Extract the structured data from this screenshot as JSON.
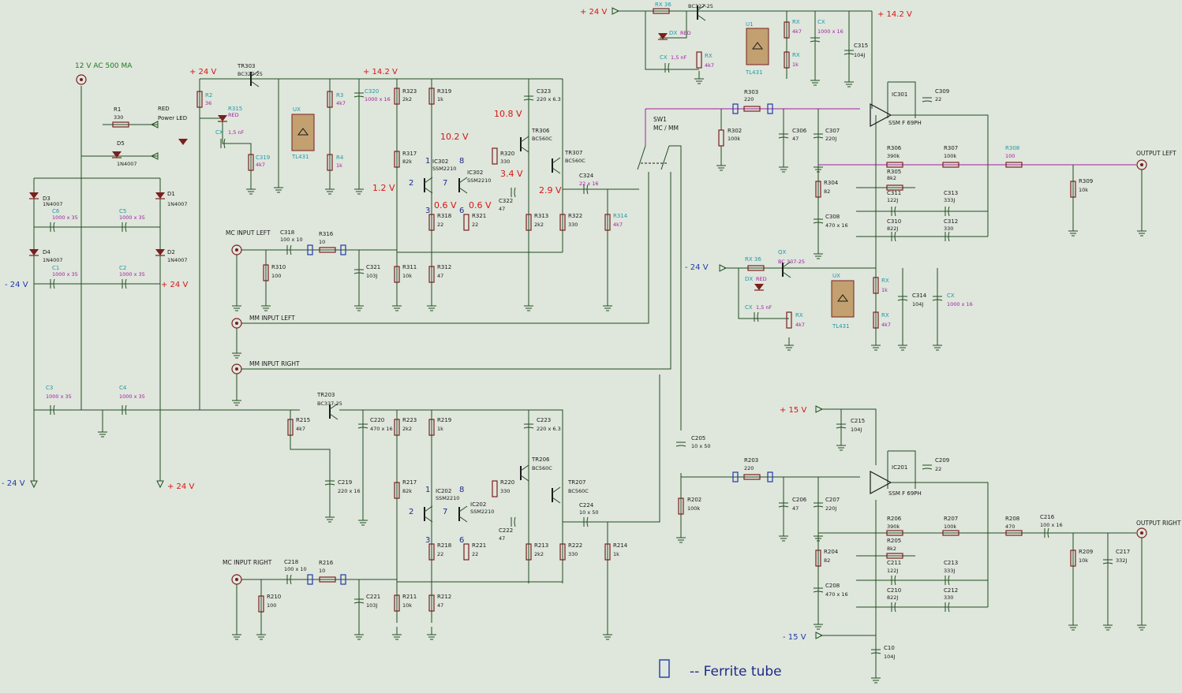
{
  "rails": {
    "p24_top": "+ 24 V",
    "p14_2_a": "+ 14.2 V",
    "p14_2_b": "+ 14.2 V",
    "p24_left": "+ 24 V",
    "n24_left": "- 24 V",
    "p24_mid": "+ 24 V",
    "n24_bottom": "- 24 V",
    "p24_bottom": "+ 24 V",
    "n24_reg": "- 24 V",
    "p15": "+ 15 V",
    "n15": "- 15 V"
  },
  "supply": {
    "label": "12 V AC 500 MA",
    "power_led": "RED\nPower LED"
  },
  "nodes": {
    "v108": "10.8 V",
    "v102": "10.2 V",
    "v34": "3.4 V",
    "v12": "1.2 V",
    "v06a": "0.6 V",
    "v06b": "0.6 V",
    "v29": "2.9 V"
  },
  "pins": [
    "1",
    "8",
    "2",
    "7",
    "3",
    "6",
    "1",
    "8",
    "2",
    "7",
    "3",
    "6"
  ],
  "io": {
    "mc_left": "MC INPUT LEFT",
    "mm_left": "MM INPUT LEFT",
    "mm_right": "MM INPUT RIGHT",
    "mc_right": "MC INPUT RIGHT",
    "out_left": "OUTPUT LEFT",
    "out_right": "OUTPUT RIGHT",
    "sw": "SW1",
    "sw_mode": "MC / MM"
  },
  "components": [
    {
      "ref": "R1",
      "val": "330"
    },
    {
      "ref": "D5",
      "val": "1N4007"
    },
    {
      "ref": "D3",
      "val": "1N4007"
    },
    {
      "ref": "D1",
      "val": "1N4007"
    },
    {
      "ref": "D4",
      "val": "1N4007"
    },
    {
      "ref": "D2",
      "val": "1N4007"
    },
    {
      "ref": "C6",
      "val": "1000 x 35"
    },
    {
      "ref": "C5",
      "val": "1000 x 35"
    },
    {
      "ref": "C1",
      "val": "1000 x 35"
    },
    {
      "ref": "C2",
      "val": "1000 x 35"
    },
    {
      "ref": "C3",
      "val": "1000 x 35"
    },
    {
      "ref": "C4",
      "val": "1000 x 35"
    },
    {
      "ref": "R2",
      "val": "36"
    },
    {
      "ref": "R315",
      "val": "RED"
    },
    {
      "ref": "CX",
      "val": "1,5 nF"
    },
    {
      "ref": "TR303",
      "val": "BC327-25"
    },
    {
      "ref": "C319",
      "val": "4k7"
    },
    {
      "ref": "UX",
      "val": "TL431"
    },
    {
      "ref": "R3",
      "val": "4k7"
    },
    {
      "ref": "R4",
      "val": "1k"
    },
    {
      "ref": "C320",
      "val": "1000 x 16"
    },
    {
      "ref": "R323",
      "val": "2k2"
    },
    {
      "ref": "R319",
      "val": "1k"
    },
    {
      "ref": "C323",
      "val": "220 x 6.3"
    },
    {
      "ref": "R317",
      "val": "82k"
    },
    {
      "ref": "IC302",
      "val": "SSM2210"
    },
    {
      "ref": "IC302",
      "val": "SSM2210"
    },
    {
      "ref": "R320",
      "val": "330"
    },
    {
      "ref": "TR306",
      "val": "BC560C"
    },
    {
      "ref": "TR307",
      "val": "BC560C"
    },
    {
      "ref": "C324",
      "val": "22 x 16"
    },
    {
      "ref": "C322",
      "val": "47"
    },
    {
      "ref": "R318",
      "val": "22"
    },
    {
      "ref": "R321",
      "val": "22"
    },
    {
      "ref": "R313",
      "val": "2k2"
    },
    {
      "ref": "R322",
      "val": "330"
    },
    {
      "ref": "R314",
      "val": "4k7"
    },
    {
      "ref": "C318",
      "val": "100 x 10"
    },
    {
      "ref": "R316",
      "val": "10"
    },
    {
      "ref": "R310",
      "val": "100"
    },
    {
      "ref": "C321",
      "val": "103J"
    },
    {
      "ref": "R311",
      "val": "10k"
    },
    {
      "ref": "R312",
      "val": "47"
    },
    {
      "ref": "TR203",
      "val": "BC337-25"
    },
    {
      "ref": "R215",
      "val": "4k7"
    },
    {
      "ref": "C219",
      "val": "220 x 16"
    },
    {
      "ref": "C220",
      "val": "470 x 16"
    },
    {
      "ref": "R223",
      "val": "2k2"
    },
    {
      "ref": "R219",
      "val": "1k"
    },
    {
      "ref": "C223",
      "val": "220 x 6.3"
    },
    {
      "ref": "R217",
      "val": "82k"
    },
    {
      "ref": "IC202",
      "val": "SSM2210"
    },
    {
      "ref": "IC202",
      "val": "SSM2210"
    },
    {
      "ref": "R220",
      "val": "330"
    },
    {
      "ref": "TR206",
      "val": "BC560C"
    },
    {
      "ref": "TR207",
      "val": "BC560C"
    },
    {
      "ref": "C224",
      "val": "10 x 50"
    },
    {
      "ref": "C222",
      "val": "47"
    },
    {
      "ref": "R218",
      "val": "22"
    },
    {
      "ref": "R221",
      "val": "22"
    },
    {
      "ref": "R213",
      "val": "2k2"
    },
    {
      "ref": "R222",
      "val": "330"
    },
    {
      "ref": "R214",
      "val": "1k"
    },
    {
      "ref": "C218",
      "val": "100 x 10"
    },
    {
      "ref": "R216",
      "val": "10"
    },
    {
      "ref": "R210",
      "val": "100"
    },
    {
      "ref": "C221",
      "val": "103J"
    },
    {
      "ref": "R211",
      "val": "10k"
    },
    {
      "ref": "R212",
      "val": "47"
    },
    {
      "ref": "RX",
      "val": "36"
    },
    {
      "ref": "BC327-25",
      "val": ""
    },
    {
      "ref": "DX",
      "val": "RED"
    },
    {
      "ref": "CX",
      "val": "1,5 nF"
    },
    {
      "ref": "RX",
      "val": "4k7"
    },
    {
      "ref": "U1",
      "val": "TL431"
    },
    {
      "ref": "RX",
      "val": "4k7"
    },
    {
      "ref": "RX",
      "val": "1k"
    },
    {
      "ref": "CX",
      "val": "1000 x 16"
    },
    {
      "ref": "C315",
      "val": "104J"
    },
    {
      "ref": "R303",
      "val": "220"
    },
    {
      "ref": "R302",
      "val": "100k"
    },
    {
      "ref": "C306",
      "val": "47"
    },
    {
      "ref": "C307",
      "val": "220J"
    },
    {
      "ref": "IC301",
      "val": "SSM F 69PH"
    },
    {
      "ref": "C309",
      "val": "22"
    },
    {
      "ref": "R306",
      "val": "390k"
    },
    {
      "ref": "R307",
      "val": "100k"
    },
    {
      "ref": "R308",
      "val": "100"
    },
    {
      "ref": "R305",
      "val": "8k2"
    },
    {
      "ref": "R304",
      "val": "82"
    },
    {
      "ref": "C311",
      "val": "122J"
    },
    {
      "ref": "C313",
      "val": "333J"
    },
    {
      "ref": "C310",
      "val": "822J"
    },
    {
      "ref": "C312",
      "val": "330"
    },
    {
      "ref": "C308",
      "val": "470 x 16"
    },
    {
      "ref": "R309",
      "val": "10k"
    },
    {
      "ref": "RX",
      "val": "36"
    },
    {
      "ref": "QX",
      "val": "BC 337-25"
    },
    {
      "ref": "DX",
      "val": "RED"
    },
    {
      "ref": "CX",
      "val": "1,5 nF"
    },
    {
      "ref": "RX",
      "val": "4k7"
    },
    {
      "ref": "UX",
      "val": "TL431"
    },
    {
      "ref": "RX",
      "val": "1k"
    },
    {
      "ref": "RX",
      "val": "4k7"
    },
    {
      "ref": "C314",
      "val": "104J"
    },
    {
      "ref": "CX",
      "val": "1000 x 16"
    },
    {
      "ref": "C205",
      "val": "10 x 50"
    },
    {
      "ref": "R202",
      "val": "100k"
    },
    {
      "ref": "R203",
      "val": "220"
    },
    {
      "ref": "C206",
      "val": "47"
    },
    {
      "ref": "C207",
      "val": "220J"
    },
    {
      "ref": "C215",
      "val": "104J"
    },
    {
      "ref": "IC201",
      "val": "SSM F 69PH"
    },
    {
      "ref": "C209",
      "val": "22"
    },
    {
      "ref": "R206",
      "val": "390k"
    },
    {
      "ref": "R207",
      "val": "100k"
    },
    {
      "ref": "R208",
      "val": "470"
    },
    {
      "ref": "C216",
      "val": "100 x 16"
    },
    {
      "ref": "R205",
      "val": "8k2"
    },
    {
      "ref": "R204",
      "val": "82"
    },
    {
      "ref": "C211",
      "val": "122J"
    },
    {
      "ref": "C213",
      "val": "333J"
    },
    {
      "ref": "C210",
      "val": "822J"
    },
    {
      "ref": "C212",
      "val": "330"
    },
    {
      "ref": "C208",
      "val": "470 x 16"
    },
    {
      "ref": "R209",
      "val": "10k"
    },
    {
      "ref": "C217",
      "val": "332J"
    },
    {
      "ref": "C10",
      "val": "104J"
    }
  ],
  "legend": {
    "text": "-- Ferrite tube"
  }
}
